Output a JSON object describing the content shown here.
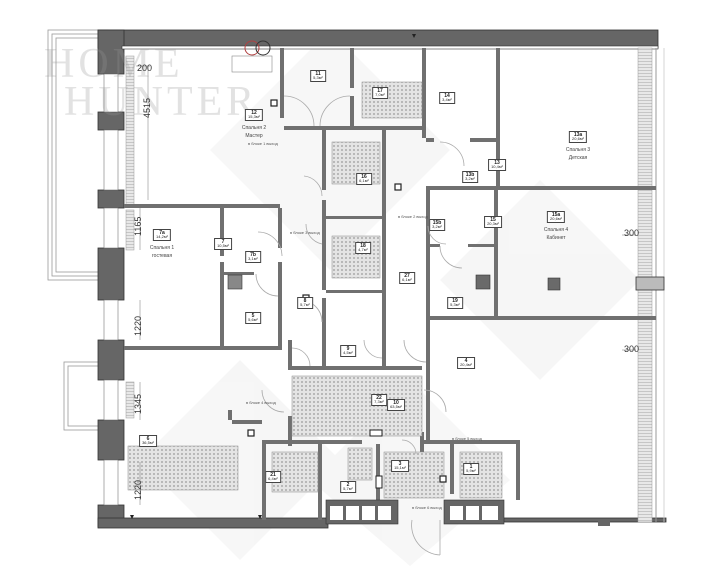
{
  "watermark": {
    "line1": "HOME",
    "line2": "HUNTER"
  },
  "colors": {
    "wall": "#6b6b6b",
    "wall_dark": "#5a5a5a",
    "tile_fill": "#d9d9d9",
    "background": "#ffffff"
  },
  "dimensions": {
    "top_left": "200",
    "left_1": "4515",
    "left_2": "1165",
    "left_3": "1220",
    "left_4": "1345",
    "left_5": "1220",
    "right_1": "300",
    "right_2": "300"
  },
  "rooms": [
    {
      "id": "7a",
      "num": "7a",
      "area": "14,2м²",
      "caption1": "Спальня 1",
      "caption2": "гостевая"
    },
    {
      "id": "7",
      "num": "7",
      "area": "10,5м²"
    },
    {
      "id": "7b",
      "num": "7b",
      "area": "3,1м²"
    },
    {
      "id": "5",
      "num": "5",
      "area": "5,6м²"
    },
    {
      "id": "8",
      "num": "8",
      "area": "5,7м²"
    },
    {
      "id": "6",
      "num": "6",
      "area": "36,5м²"
    },
    {
      "id": "11",
      "num": "11",
      "area": "5,3м²"
    },
    {
      "id": "12",
      "num": "12",
      "area": "15,3м²",
      "caption1": "Спальня 2",
      "caption2": "Мастер"
    },
    {
      "id": "17",
      "num": "17",
      "area": "7,0м²"
    },
    {
      "id": "16",
      "num": "16",
      "area": "6,1м²"
    },
    {
      "id": "18",
      "num": "18",
      "area": "4,7м²"
    },
    {
      "id": "14",
      "num": "14",
      "area": "3,4м²"
    },
    {
      "id": "13a",
      "num": "13a",
      "area": "20,6м²",
      "caption1": "Спальня 3",
      "caption2": "Детская"
    },
    {
      "id": "13",
      "num": "13",
      "area": "10,4м²"
    },
    {
      "id": "13b",
      "num": "13b",
      "area": "3,2м²"
    },
    {
      "id": "15",
      "num": "15",
      "area": "20,3м²"
    },
    {
      "id": "15a",
      "num": "15a",
      "area": "20,6м²",
      "caption1": "Спальня 4",
      "caption2": "Кабинет"
    },
    {
      "id": "15b",
      "num": "15b",
      "area": "3,2м²"
    },
    {
      "id": "19",
      "num": "19",
      "area": "5,3м²"
    },
    {
      "id": "9",
      "num": "9",
      "area": "4,5м²"
    },
    {
      "id": "27",
      "num": "27",
      "area": "6,1м²"
    },
    {
      "id": "4",
      "num": "4",
      "area": "20,4м²"
    },
    {
      "id": "10",
      "num": "10",
      "area": "63,5м²"
    },
    {
      "id": "3",
      "num": "3",
      "area": "15,1м²"
    },
    {
      "id": "2",
      "num": "2",
      "area": "5,7м²"
    },
    {
      "id": "1",
      "num": "1",
      "area": "5,9м²"
    },
    {
      "id": "21",
      "num": "21",
      "area": "6,4м²"
    },
    {
      "id": "22",
      "num": "22",
      "area": "7,3м²"
    }
  ],
  "notes": {
    "riser": "в блоке 1 выход",
    "riser2": "в блоке 2 выход",
    "riser3": "в блоке 3 выход",
    "riser4": "в блоке 4 выход",
    "riser5": "в блоке 5 выход",
    "riser6": "в блоке 6 выход"
  }
}
